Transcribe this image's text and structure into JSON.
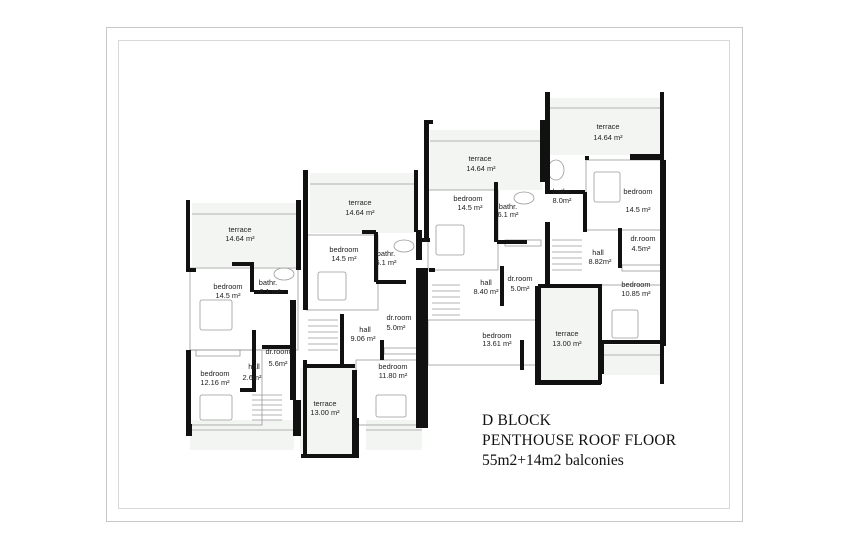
{
  "caption": {
    "line1": "D BLOCK",
    "line2": "PENTHOUSE ROOF FLOOR",
    "line3": "55m2+14m2 balconies"
  },
  "units": [
    {
      "rooms": [
        {
          "name": "terrace",
          "area": "14.64 m²"
        },
        {
          "name": "bedroom",
          "area": "14.5 m²"
        },
        {
          "name": "bathr.",
          "area": "6.1 m²"
        },
        {
          "name": "dr.room",
          "area": "5.6m²"
        },
        {
          "name": "hall",
          "area": "2.6m²"
        },
        {
          "name": "bedroom",
          "area": "12.16 m²"
        }
      ]
    },
    {
      "rooms": [
        {
          "name": "terrace",
          "area": "14.64 m²"
        },
        {
          "name": "bedroom",
          "area": "14.5 m²"
        },
        {
          "name": "bathr.",
          "area": "6.1 m²"
        },
        {
          "name": "dr.room",
          "area": "5.0m²"
        },
        {
          "name": "hall",
          "area": "9.06 m²"
        },
        {
          "name": "bedroom",
          "area": "11.80 m²"
        },
        {
          "name": "terrace",
          "area": "13.00 m²"
        }
      ]
    },
    {
      "rooms": [
        {
          "name": "terrace",
          "area": "14.64 m²"
        },
        {
          "name": "bedroom",
          "area": "14.5 m²"
        },
        {
          "name": "bathr.",
          "area": "6.1 m²"
        },
        {
          "name": "hall",
          "area": "8.40 m²"
        },
        {
          "name": "dr.room",
          "area": "5.0m²"
        },
        {
          "name": "bedroom",
          "area": "13.61 m²"
        },
        {
          "name": "terrace",
          "area": "13.00 m²"
        }
      ]
    },
    {
      "rooms": [
        {
          "name": "terrace",
          "area": "14.64 m²"
        },
        {
          "name": "bathr.",
          "area": "8.0m²"
        },
        {
          "name": "bedroom",
          "area": "14.5 m²"
        },
        {
          "name": "hall",
          "area": "8.82m²"
        },
        {
          "name": "dr.room",
          "area": "4.5m²"
        },
        {
          "name": "bedroom",
          "area": "10.85 m²"
        }
      ]
    }
  ]
}
